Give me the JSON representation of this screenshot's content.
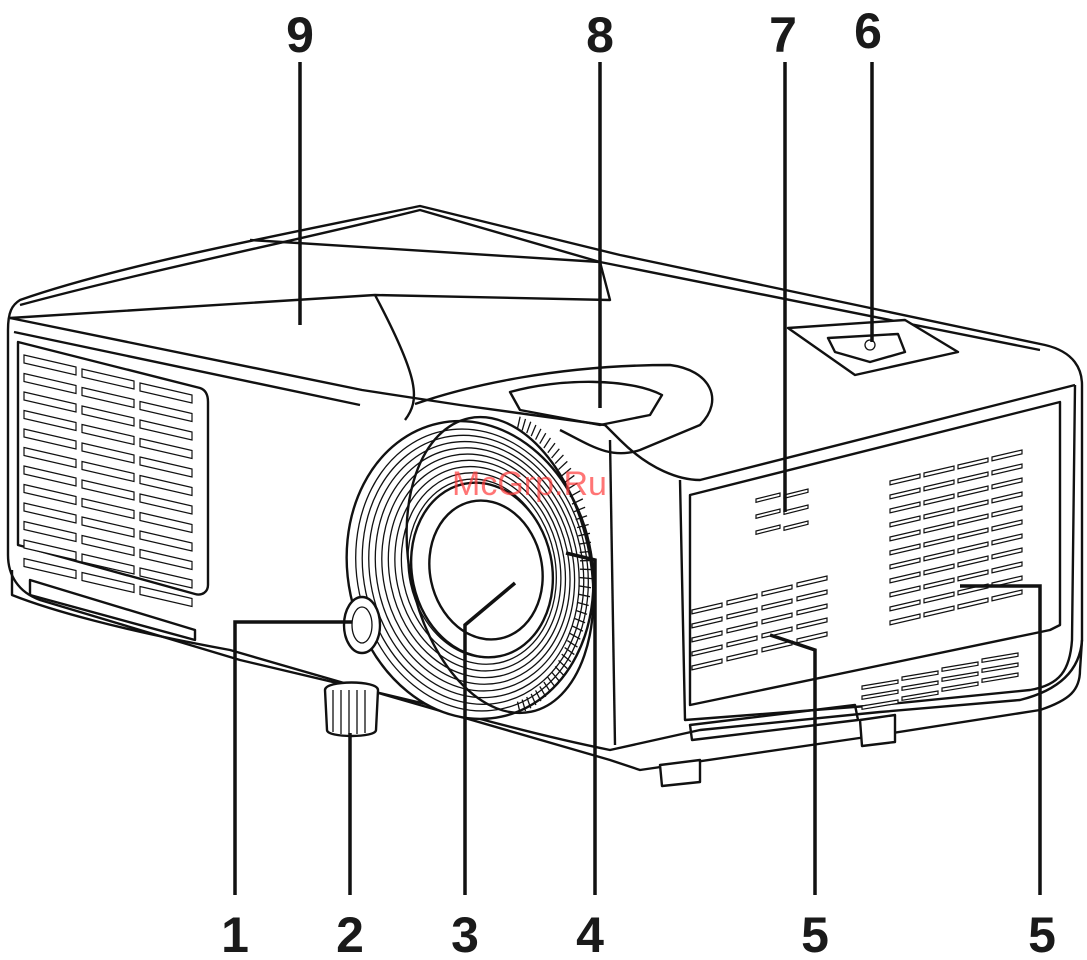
{
  "figure": {
    "callouts": [
      {
        "id": "1",
        "label": "1"
      },
      {
        "id": "2",
        "label": "2"
      },
      {
        "id": "3",
        "label": "3"
      },
      {
        "id": "4",
        "label": "4"
      },
      {
        "id": "5a",
        "label": "5"
      },
      {
        "id": "5b",
        "label": "5"
      },
      {
        "id": "6",
        "label": "6"
      },
      {
        "id": "7",
        "label": "7"
      },
      {
        "id": "8",
        "label": "8"
      },
      {
        "id": "9",
        "label": "9"
      }
    ],
    "watermark": "McGrp.Ru"
  }
}
